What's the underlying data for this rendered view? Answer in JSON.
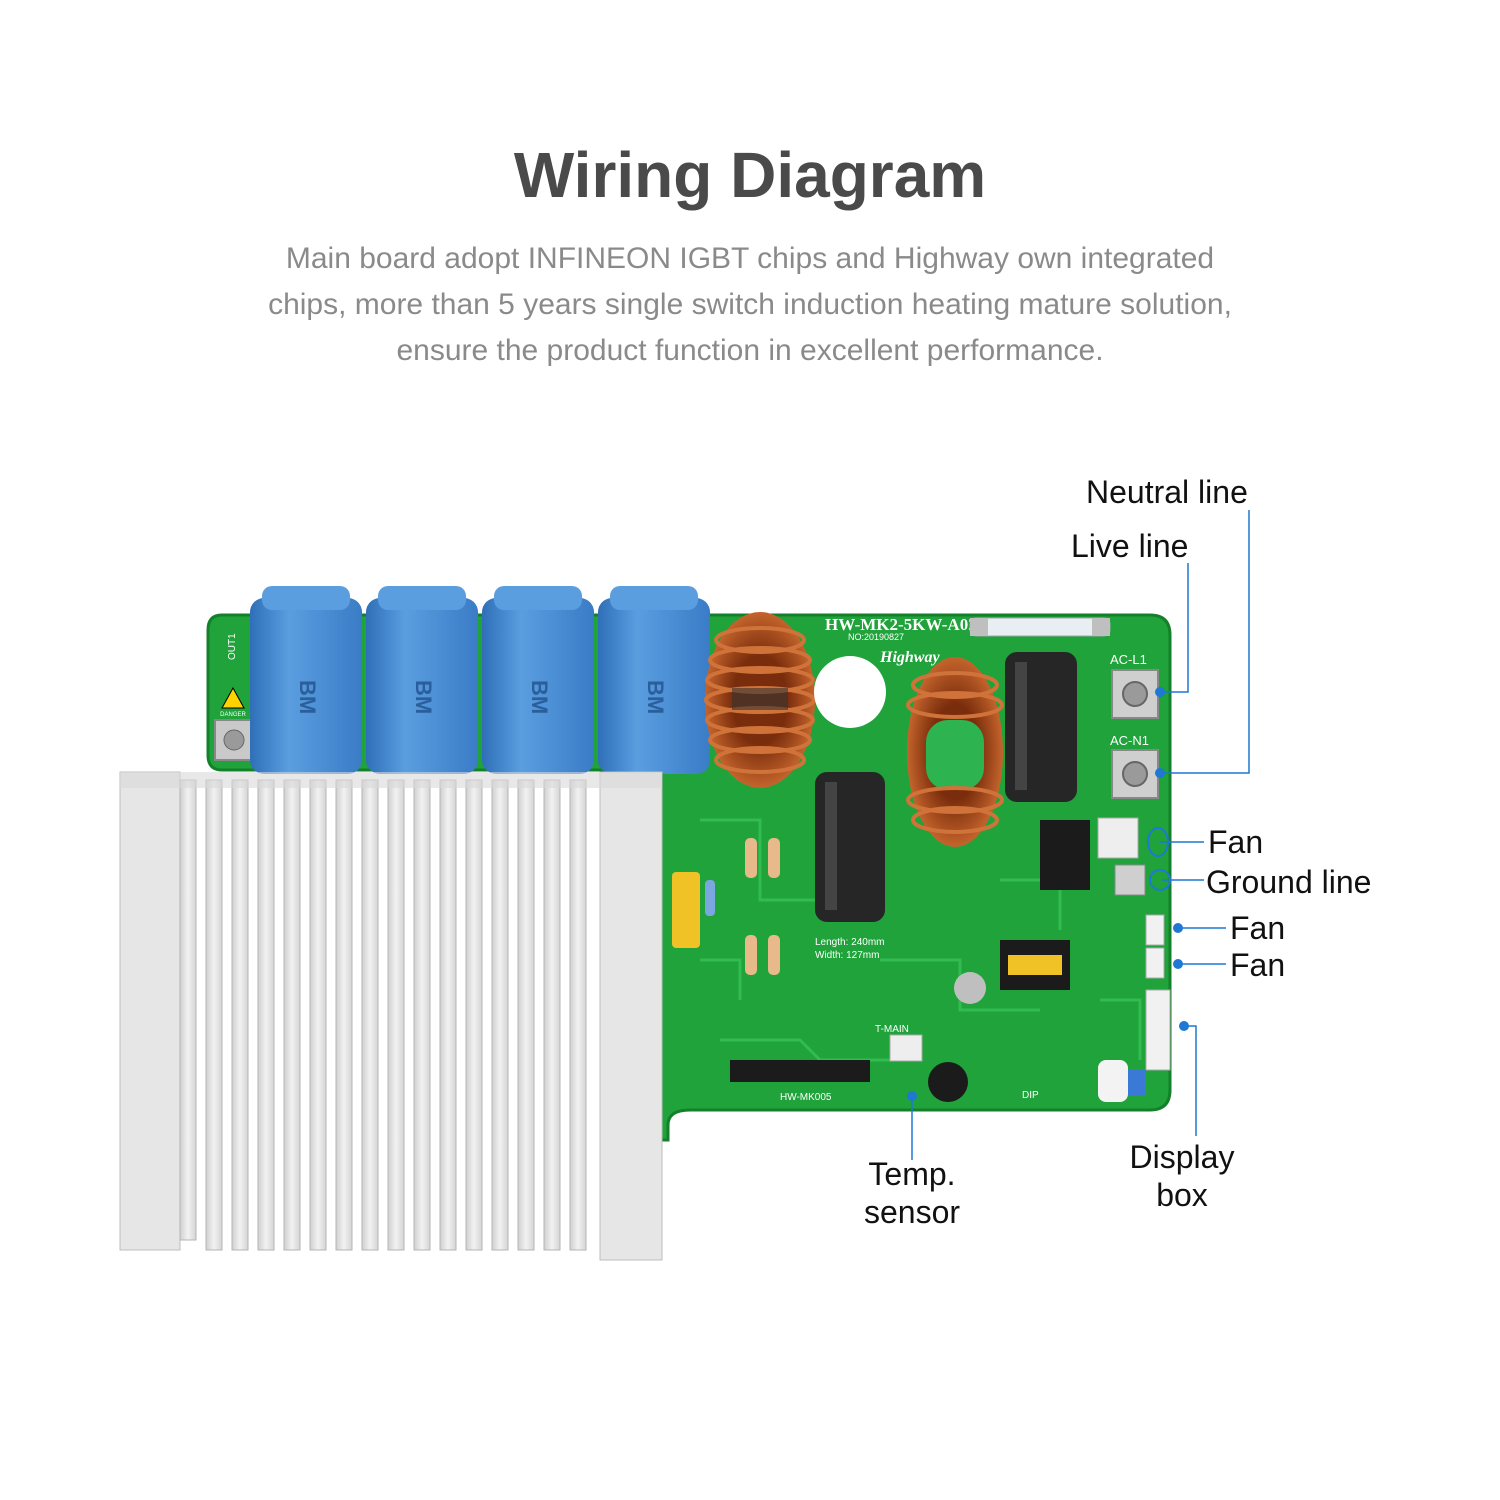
{
  "header": {
    "title": "Wiring Diagram",
    "description_lines": [
      "Main board adopt INFINEON IGBT chips and Highway own integrated",
      "chips, more than 5 years single switch induction heating mature solution,",
      "ensure the product function in excellent performance."
    ]
  },
  "labels": {
    "neutral_line": "Neutral line",
    "live_line": "Live line",
    "fan_1": "Fan",
    "ground_line": "Ground line",
    "fan_2": "Fan",
    "fan_3": "Fan",
    "temp_sensor_line1": "Temp.",
    "temp_sensor_line2": "sensor",
    "display_box_line1": "Display",
    "display_box_line2": "box"
  },
  "board_text": {
    "model": "HW-MK2-5KW-A02",
    "serial": "NO:20190827",
    "brand": "Highway",
    "terminal_live": "AC-L1",
    "terminal_neutral": "AC-N1",
    "terminal_out": "OUT1",
    "capacitor_brand": "BM",
    "dimension_length": "Length: 240mm",
    "dimension_width": "Width: 127mm",
    "t_main": "T-MAIN",
    "module": "HW-MK005",
    "dip": "DIP",
    "danger": "DANGER"
  },
  "colors": {
    "board_green": "#1fa33a",
    "capacitor_blue": "#4a8fd4",
    "copper": "#b5501e",
    "heatsink": "#e2e2e2",
    "connector_line": "#1e78d4"
  }
}
